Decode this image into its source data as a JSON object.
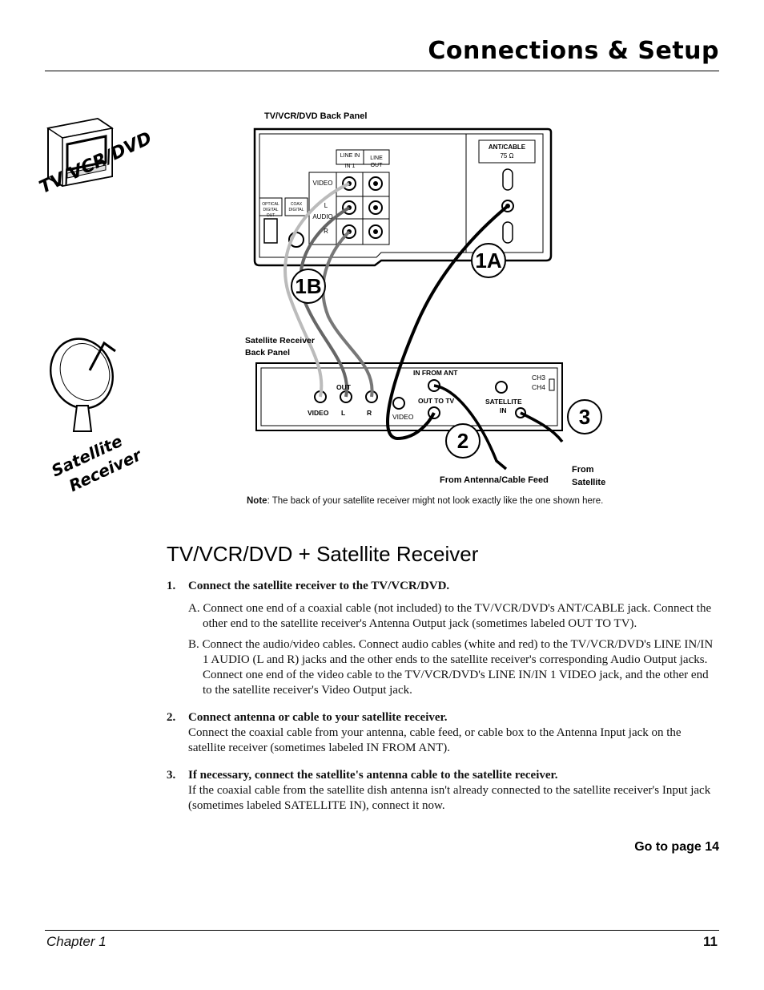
{
  "header": {
    "title": "Connections & Setup"
  },
  "side_labels": {
    "tv": "TV/VCR/DVD",
    "satellite_line1": "Satellite",
    "satellite_line2": "Receiver"
  },
  "diagram": {
    "back_panel_title": "TV/VCR/DVD Back Panel",
    "line_in": "LINE IN",
    "in1": "IN 1",
    "line": "LINE",
    "out": "OUT",
    "video": "VIDEO",
    "audio": "AUDIO",
    "l": "L",
    "r": "R",
    "optical": "OPTICAL\nDIGITAL OUT",
    "coax": "COAX\nDIGITAL",
    "ant_cable": "ANT/CABLE",
    "ohm": "75 Ω",
    "sat_panel_title_1": "Satellite Receiver",
    "sat_panel_title_2": "Back Panel",
    "in_from_ant": "IN FROM ANT",
    "out_to_tv": "OUT TO TV",
    "satellite_in_1": "SATELLITE",
    "satellite_in_2": "IN",
    "ch3": "CH3",
    "ch4": "CH4",
    "sat_out": "OUT",
    "sat_video": "VIDEO",
    "sat_l": "L",
    "sat_r": "R",
    "sat_video2": "VIDEO",
    "from_antenna": "From Antenna/Cable Feed",
    "from_sat_1": "From",
    "from_sat_2": "Satellite",
    "badge_1a": "1A",
    "badge_1b": "1B",
    "badge_2": "2",
    "badge_3": "3"
  },
  "note": {
    "label": "Note",
    "text": ": The back of your satellite receiver might not look exactly like the one shown here."
  },
  "section_title": "TV/VCR/DVD + Satellite Receiver",
  "steps": {
    "s1_num": "1.",
    "s1_head": "Connect the satellite receiver to the TV/VCR/DVD.",
    "s1a": "A. Connect one end of a coaxial cable (not included) to the TV/VCR/DVD's ANT/CABLE jack. Connect the other end to the satellite receiver's Antenna Output jack (sometimes labeled OUT TO TV).",
    "s1b": "B. Connect the audio/video cables. Connect audio cables (white and red) to the TV/VCR/DVD's LINE IN/IN 1 AUDIO (L and R) jacks and the other ends to the satellite receiver's corresponding Audio Output jacks. Connect one end of the video cable to the TV/VCR/DVD's LINE IN/IN 1 VIDEO jack, and the other end to the satellite receiver's Video Output jack.",
    "s2_num": "2.",
    "s2_head": "Connect antenna or cable to your satellite receiver.",
    "s2_body": "Connect the coaxial cable from your antenna, cable feed, or cable box to the Antenna Input jack on the satellite receiver (sometimes labeled IN FROM ANT).",
    "s3_num": "3.",
    "s3_head": "If necessary, connect the satellite's antenna cable to the satellite receiver.",
    "s3_body": "If the coaxial cable from the satellite dish antenna isn't already connected to the satellite receiver's Input jack (sometimes labeled SATELLITE IN), connect it now."
  },
  "goto": "Go to page 14",
  "footer": {
    "chapter": "Chapter 1",
    "page": "11"
  }
}
